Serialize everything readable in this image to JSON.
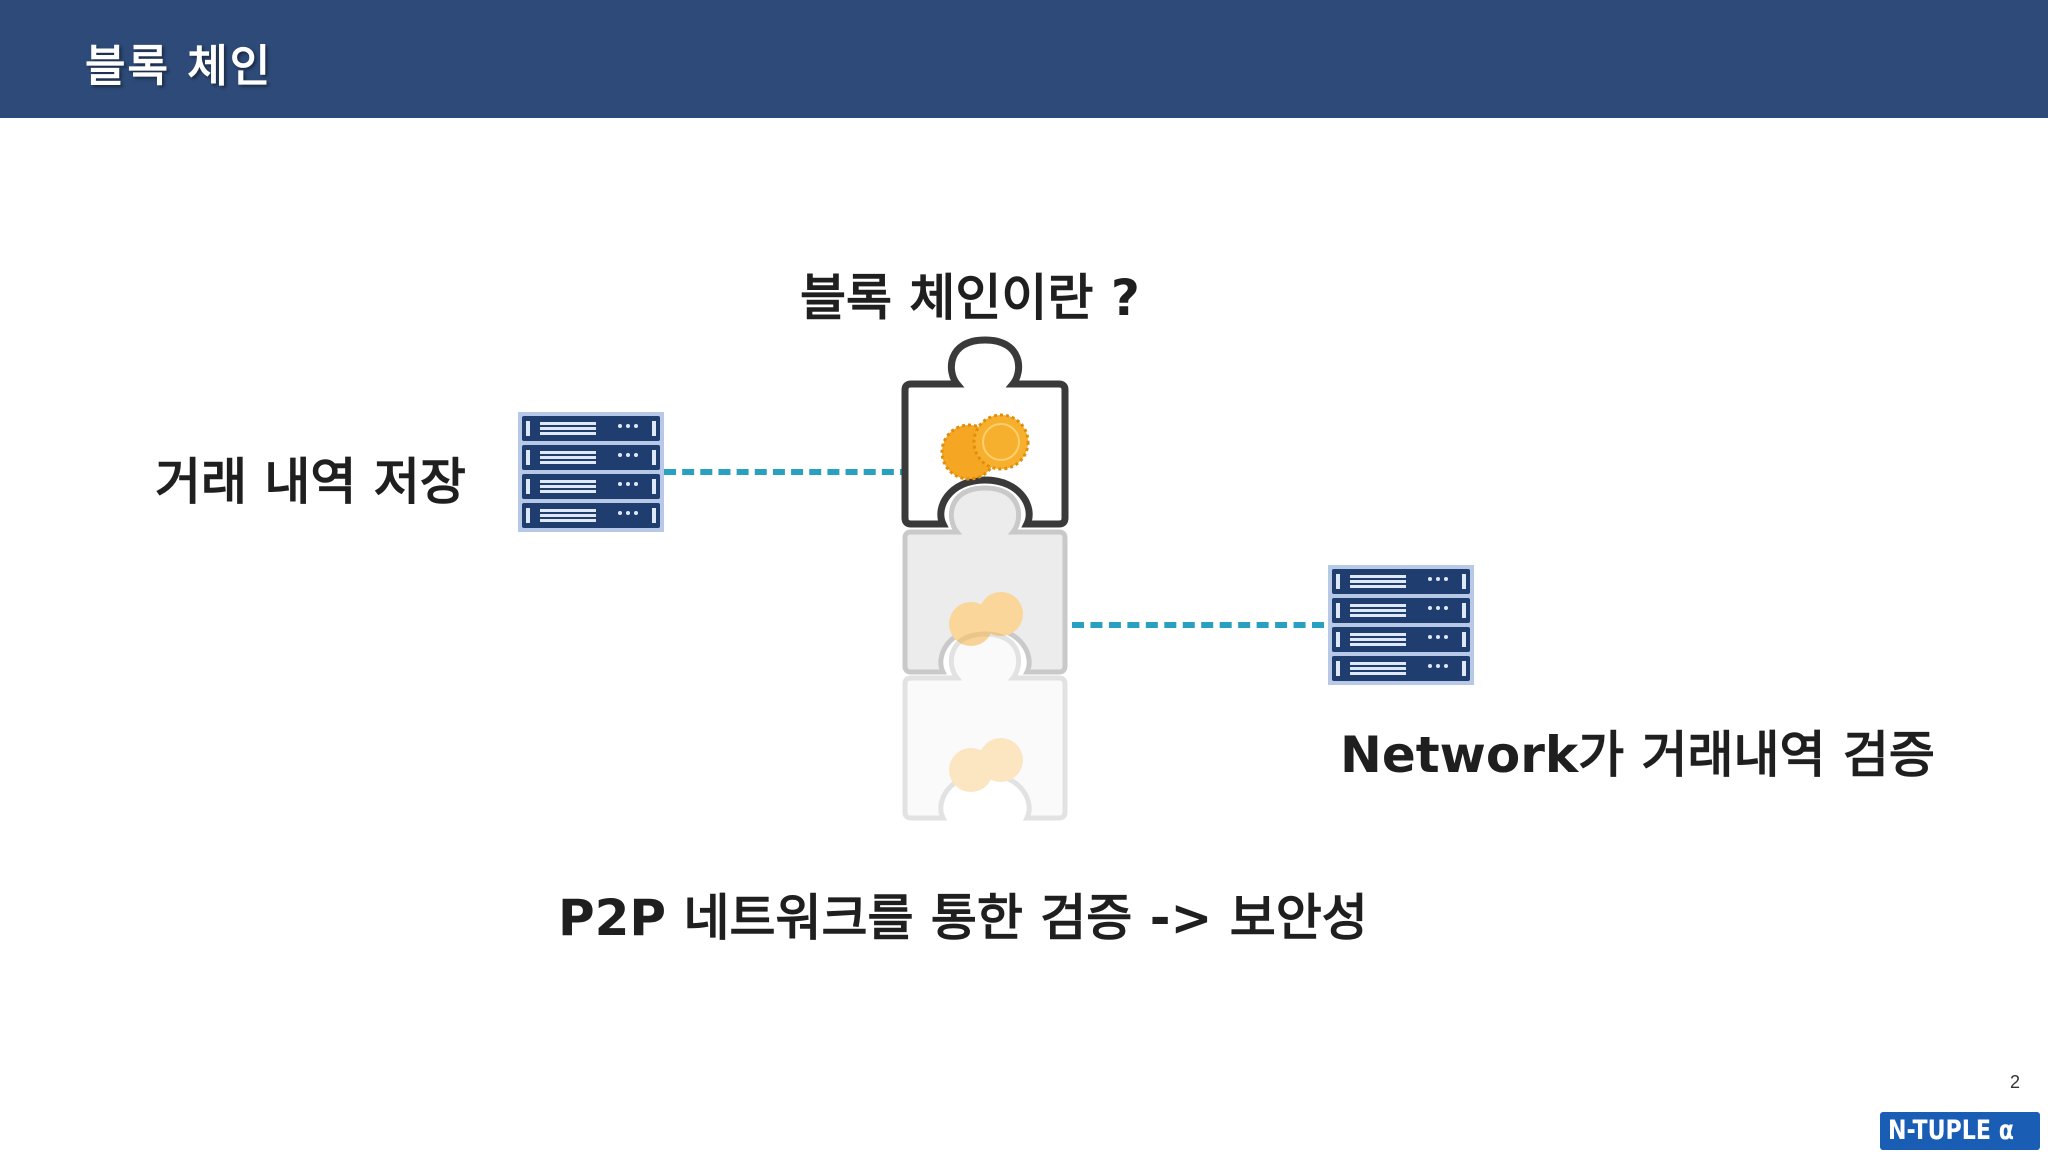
{
  "header": {
    "title": "블록 체인"
  },
  "main": {
    "question": "블록 체인이란 ?",
    "left_label": "거래 내역 저장",
    "right_label": "Network가 거래내역 검증",
    "bottom_label": "P2P 네트워크를 통한 검증 -> 보안성"
  },
  "icons": [
    "server-rack-icon",
    "puzzle-piece-coin-icon"
  ],
  "footer": {
    "page_number": "2",
    "logo": "N-TUPLE α"
  },
  "colors": {
    "header_bg": "#2d4a78",
    "dash": "#2aa0c0",
    "coin": "#f5a623",
    "logo_bg": "#1a5db5"
  }
}
